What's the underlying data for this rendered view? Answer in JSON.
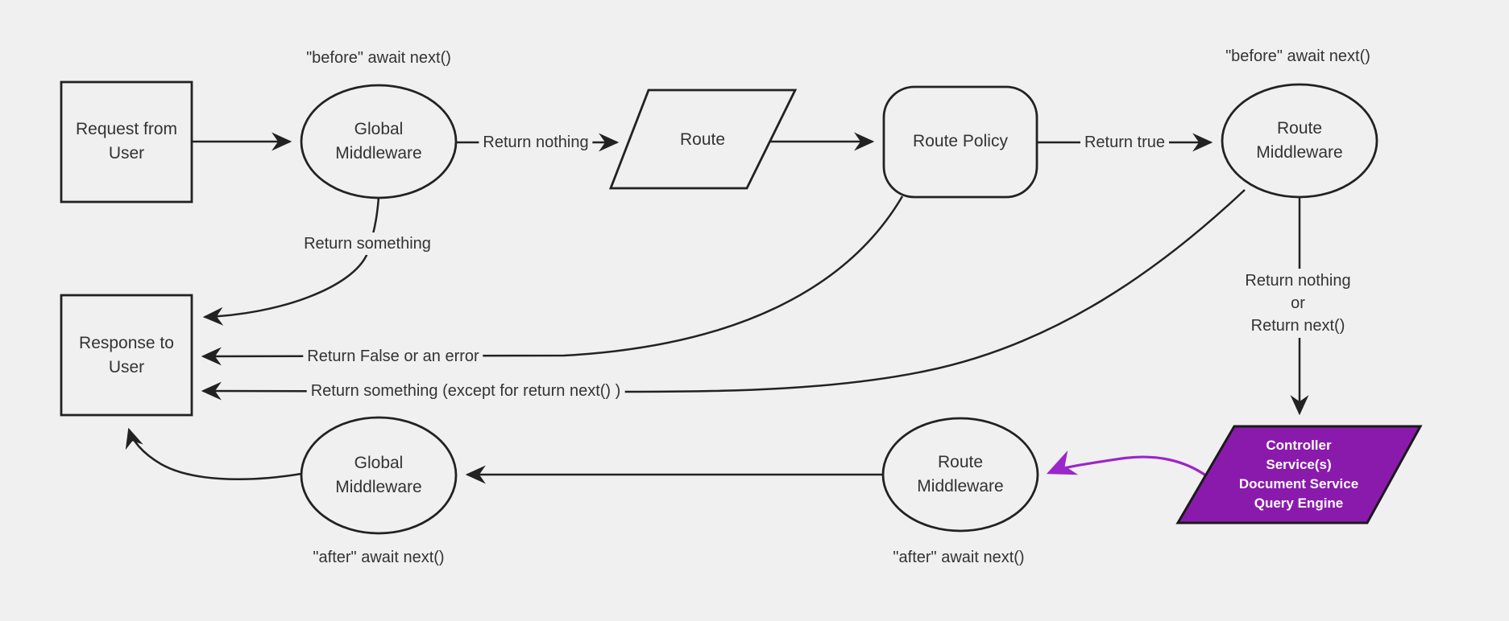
{
  "colors": {
    "background": "#f0f0f0",
    "line": "#222222",
    "text": "#333333",
    "purple_fill": "#8a1aac",
    "purple_arrow": "#9b26c9"
  },
  "nodes": {
    "request": "Request from User",
    "global_middleware_top": "Global Middleware",
    "route": "Route",
    "route_policy": "Route Policy",
    "route_middleware_top": "Route Middleware",
    "response": "Response to User",
    "global_middleware_bottom": "Global Middleware",
    "route_middleware_bottom": "Route Middleware",
    "controller_lines": [
      "Controller",
      "Service(s)",
      "Document Service",
      "Query Engine"
    ]
  },
  "edge_labels": {
    "before_await_left": "\"before\" await next()",
    "before_await_right": "\"before\" await next()",
    "return_nothing_top": "Return nothing",
    "return_true": "Return true",
    "return_something": "Return something",
    "return_false_or_error": "Return False or an error",
    "return_something_except": "Return something (except for return next() )",
    "return_nothing_or_line1": "Return nothing",
    "return_nothing_or_line2": "or",
    "return_nothing_or_line3": "Return next()",
    "after_await_left": "\"after\" await next()",
    "after_await_right": "\"after\" await next()"
  }
}
